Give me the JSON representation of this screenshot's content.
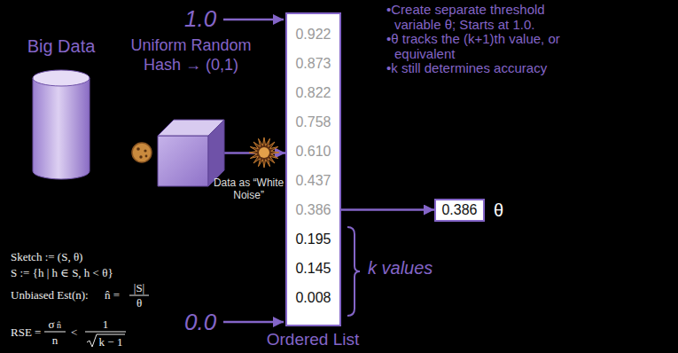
{
  "diagram": {
    "nodes": [
      {
        "text": [
          "Big Data"
        ]
      },
      {
        "text": [
          "Uniform Random Hash → (0,1)"
        ]
      },
      {
        "text": [
          "0.922",
          "0.873",
          "0.822",
          "0.758",
          "0.610",
          "0.437",
          "0.386",
          "0.195",
          "0.145",
          "0.008"
        ]
      },
      {
        "text": [
          "0.386",
          "θ"
        ]
      }
    ],
    "edges": [
      {
        "from": 1,
        "to": 2,
        "arrow": "to",
        "label": "Data as “White Noise”"
      },
      {
        "from": 2,
        "to": 3,
        "arrow": "to"
      }
    ],
    "labels": [
      "•Create separate threshold variable θ; Starts at 1.0.",
      "•θ tracks the (k+1)th value, or equivalent",
      "•k still determines accuracy",
      "1.0",
      "0.0",
      "k values",
      "Ordered List",
      "Sketch := (S, θ)",
      "S := {h | h ∈ S, h < θ}",
      "Unbiased Est(n):",
      "n̂ =",
      "|S|",
      "θ",
      "RSE =",
      "σ",
      "n̂",
      "n",
      "<",
      "1",
      "k − 1"
    ]
  }
}
